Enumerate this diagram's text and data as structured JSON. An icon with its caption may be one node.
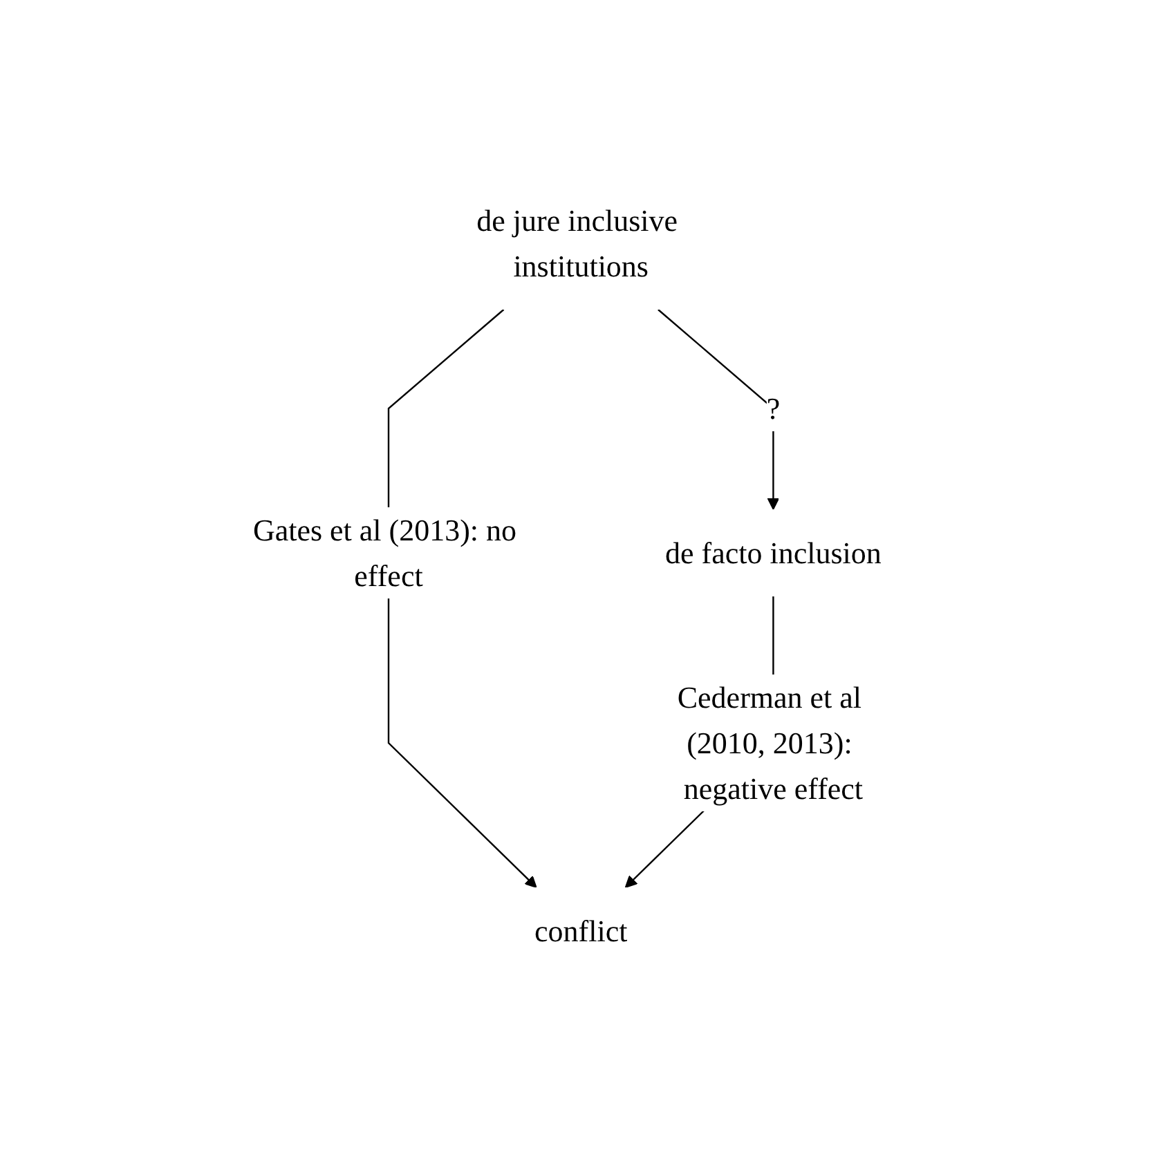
{
  "diagram": {
    "nodes": [
      {
        "text": [
          "de jure inclusive institutions"
        ]
      },
      {
        "text": [
          "de facto inclusion"
        ]
      },
      {
        "text": [
          "conflict"
        ]
      }
    ],
    "edges": [
      {
        "from": 0,
        "to": 1,
        "arrow": "to",
        "label": "?"
      },
      {
        "from": 0,
        "to": 2,
        "arrow": "to",
        "label": "Gates et al (2013): no effect"
      },
      {
        "from": 1,
        "to": 2,
        "arrow": "to",
        "label": "Cederman et al (2010, 2013): negative effect"
      }
    ]
  }
}
